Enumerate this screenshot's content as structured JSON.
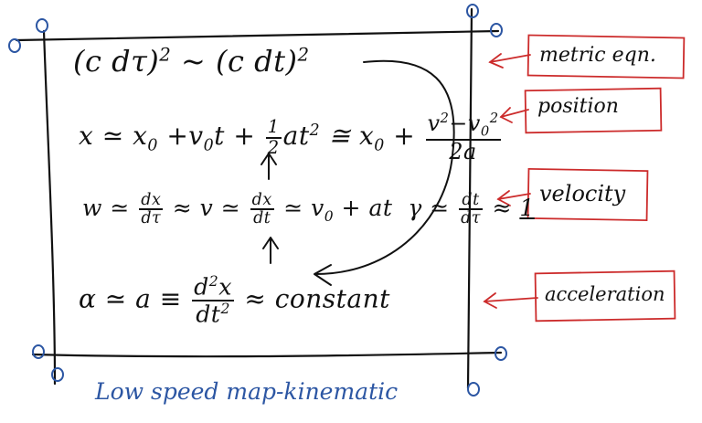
{
  "equations": {
    "metric": {
      "lhs": "(c dτ)",
      "rel": "~",
      "rhs": "(c dt)",
      "exp": "2"
    },
    "position": {
      "lhs": "x",
      "rel": "≃",
      "x0": "x",
      "v0": "v",
      "sub0": "0",
      "terms": "t +",
      "half_num": "1",
      "half_den": "2",
      "at2": "at",
      "sq": "2",
      "rel2": "≅",
      "v2": "v",
      "minus": "−",
      "den": "2a"
    },
    "velocity": {
      "w": "w ≃",
      "dx": "dx",
      "dtau": "dτ",
      "approx1": "≈ v ≃",
      "dt": "dt",
      "tail": "≃ v",
      "sub0": "0",
      "at": "+ at",
      "gamma": "γ ≃",
      "approx2": "≈",
      "one": "1"
    },
    "acceleration": {
      "alpha": "α ≃ a ≡",
      "d2": "d",
      "x": "x",
      "sq": "2",
      "den": "dt",
      "tail": "≈ constant"
    }
  },
  "labels": [
    "metric eqn.",
    "position",
    "velocity",
    "acceleration"
  ],
  "caption": "Low speed map-kinematic",
  "colors": {
    "ink": "#111111",
    "red": "#cc2b2b",
    "blue": "#2c56a3"
  }
}
